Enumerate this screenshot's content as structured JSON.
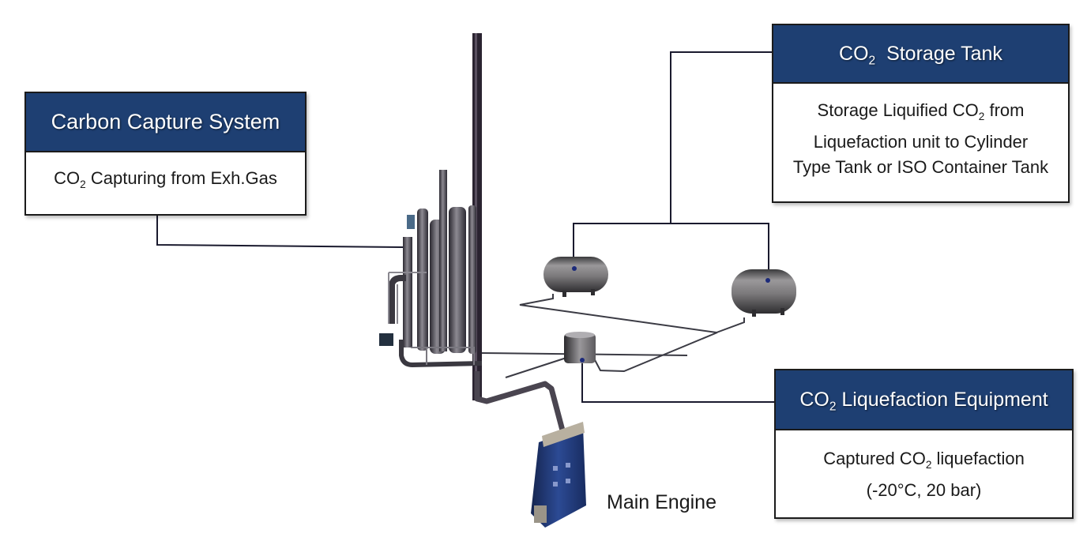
{
  "diagram": {
    "type": "ship onboard carbon capture process schematic",
    "colors": {
      "header_fill": "#1e3f72",
      "header_text": "#ffffff",
      "connector_line": "#1a1a2e",
      "pipe": "#4a4550",
      "engine": "#253f86",
      "tank": "#7c7a7c"
    },
    "components": {
      "carbon_capture": {
        "title": "Carbon Capture System",
        "description_prefix": "CO",
        "description_sub": "2",
        "description_rest": " Capturing from Exh.Gas"
      },
      "storage_tank": {
        "title_prefix": "CO",
        "title_sub": "2",
        "title_rest": "  Storage Tank",
        "line1_prefix": "Storage Liquified CO",
        "line1_sub": "2",
        "line1_rest": " from",
        "line2": "Liquefaction unit to Cylinder",
        "line3": "Type Tank or ISO Container Tank"
      },
      "liquefaction": {
        "title_prefix": "CO",
        "title_sub": "2",
        "title_rest": " Liquefaction Equipment",
        "line1_prefix": "Captured CO",
        "line1_sub": "2",
        "line1_rest": " liquefaction",
        "line2": "(-20°C, 20 bar)"
      },
      "main_engine": {
        "label": "Main Engine"
      }
    },
    "equipment_icons": [
      "exhaust-stack-icon",
      "capture-towers-icon",
      "storage-tank-icon",
      "storage-tank-icon",
      "liquefaction-unit-icon",
      "main-engine-icon"
    ]
  }
}
